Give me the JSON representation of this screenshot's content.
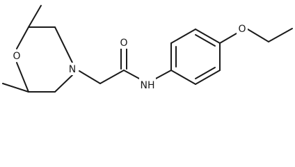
{
  "atoms": {
    "ring_oxygen": "O",
    "ring_nitrogen": "N",
    "amide_oxygen": "O",
    "amide_nitrogen": "NH",
    "ether_oxygen": "O"
  }
}
